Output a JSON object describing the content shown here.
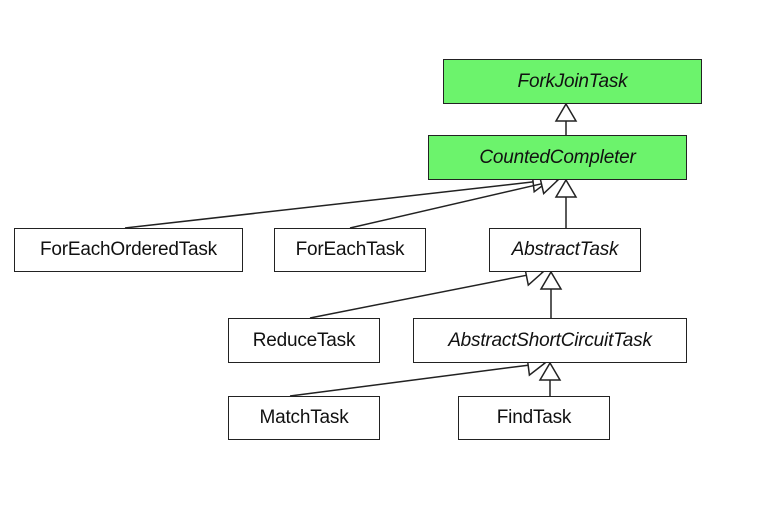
{
  "diagram": {
    "type": "uml-class-hierarchy",
    "colors": {
      "highlight_fill": "#6cf36c",
      "box_fill": "#ffffff",
      "stroke": "#222222"
    },
    "classes": {
      "forkjointask": {
        "label": "ForkJoinTask",
        "abstract": true,
        "highlighted": true
      },
      "countedcompleter": {
        "label": "CountedCompleter",
        "abstract": true,
        "highlighted": true
      },
      "foreachorderedtask": {
        "label": "ForEachOrderedTask",
        "abstract": false,
        "highlighted": false
      },
      "foreachtask": {
        "label": "ForEachTask",
        "abstract": false,
        "highlighted": false
      },
      "abstracttask": {
        "label": "AbstractTask",
        "abstract": true,
        "highlighted": false
      },
      "reducetask": {
        "label": "ReduceTask",
        "abstract": false,
        "highlighted": false
      },
      "abstractshortcircuittask": {
        "label": "AbstractShortCircuitTask",
        "abstract": true,
        "highlighted": false
      },
      "matchtask": {
        "label": "MatchTask",
        "abstract": false,
        "highlighted": false
      },
      "findtask": {
        "label": "FindTask",
        "abstract": false,
        "highlighted": false
      }
    },
    "inheritance": [
      {
        "from": "countedcompleter",
        "to": "forkjointask"
      },
      {
        "from": "foreachorderedtask",
        "to": "countedcompleter"
      },
      {
        "from": "foreachtask",
        "to": "countedcompleter"
      },
      {
        "from": "abstracttask",
        "to": "countedcompleter"
      },
      {
        "from": "reducetask",
        "to": "abstracttask"
      },
      {
        "from": "abstractshortcircuittask",
        "to": "abstracttask"
      },
      {
        "from": "matchtask",
        "to": "abstractshortcircuittask"
      },
      {
        "from": "findtask",
        "to": "abstractshortcircuittask"
      }
    ]
  }
}
